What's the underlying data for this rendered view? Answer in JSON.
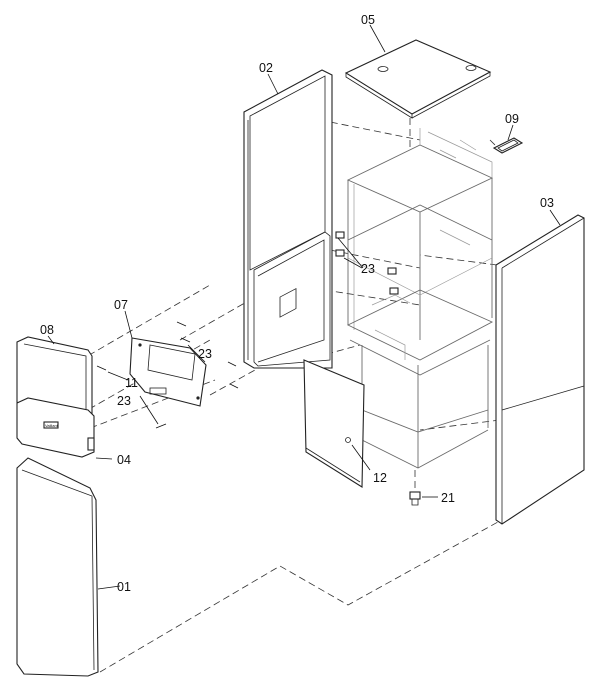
{
  "parts": [
    {
      "id": "p05",
      "number": "05"
    },
    {
      "id": "p02",
      "number": "02"
    },
    {
      "id": "p09",
      "number": "09"
    },
    {
      "id": "p03",
      "number": "03"
    },
    {
      "id": "p07",
      "number": "07"
    },
    {
      "id": "p08",
      "number": "08"
    },
    {
      "id": "p23a",
      "number": "23"
    },
    {
      "id": "p23b",
      "number": "23"
    },
    {
      "id": "p11",
      "number": "11"
    },
    {
      "id": "p23c",
      "number": "23"
    },
    {
      "id": "p04",
      "number": "04"
    },
    {
      "id": "p12",
      "number": "12"
    },
    {
      "id": "p21",
      "number": "21"
    },
    {
      "id": "p01",
      "number": "01"
    }
  ],
  "brand_mark": "Vaillant"
}
